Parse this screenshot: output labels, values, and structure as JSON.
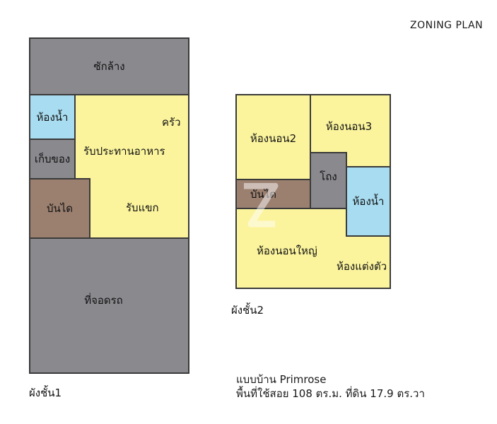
{
  "title": "ZONING PLAN",
  "floor1": {
    "caption": "ผังชั้น1",
    "rooms": {
      "laundry": "ซักล้าง",
      "bathroom": "ห้องน้ำ",
      "kitchen": "ครัว",
      "dining": "รับประทานอาหาร",
      "storage": "เก็บของ",
      "stairs": "บันได",
      "living": "รับแขก",
      "parking": "ที่จอดรถ"
    }
  },
  "floor2": {
    "caption": "ผังชั้น2",
    "rooms": {
      "bedroom2": "ห้องนอน2",
      "bedroom3": "ห้องนอน3",
      "stairs": "บันได",
      "void": "โถง",
      "bathroom": "ห้องน้ำ",
      "master_bedroom": "ห้องนอนใหญ่",
      "dressing": "ห้องแต่งตัว"
    }
  },
  "house_info": {
    "name": "แบบบ้าน Primrose",
    "area": "พื้นที่ใช้สอย 108 ตร.ม. ที่ดิน 17.9 ตร.วา"
  },
  "colors": {
    "gray": "#8a898e",
    "yellow": "#fbf49d",
    "blue": "#a8dcf0",
    "brown": "#9b8070"
  }
}
